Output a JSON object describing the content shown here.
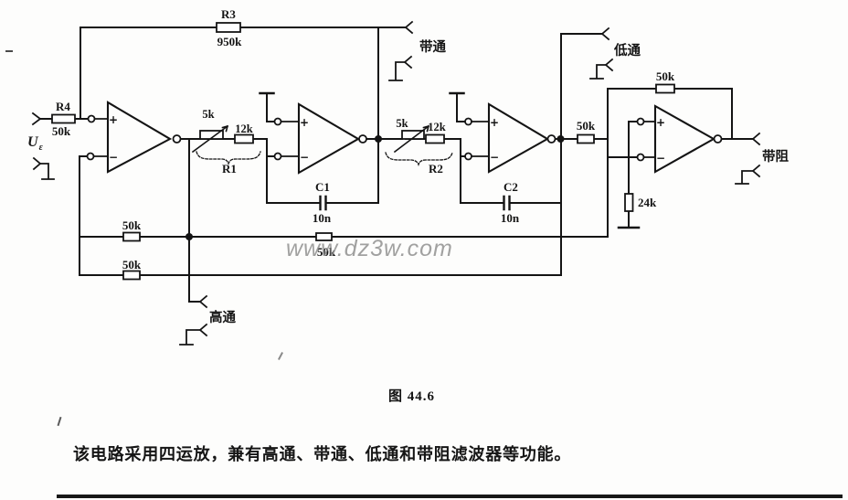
{
  "figure": {
    "caption": "图 44.6",
    "description": "该电路采用四运放，兼有高通、带通、低通和带阻滤波器等功能。",
    "watermark": "www.dz3w.com"
  },
  "input": {
    "symbol": "U",
    "symbol_sub": "ε",
    "r4_name": "R4",
    "r4_value": "50k"
  },
  "ports": {
    "bandpass": "带通",
    "lowpass": "低通",
    "highpass": "高通",
    "bandreject": "带阻"
  },
  "resistors": {
    "r3_name": "R3",
    "r3_value": "950k",
    "r1_pot": "5k",
    "r1_fixed": "12k",
    "r1_name": "R1",
    "r2_pot": "5k",
    "r2_fixed": "12k",
    "r2_name": "R2",
    "fb_hp_left": "50k",
    "fb_lp": "50k",
    "fb_hp_right": "50k",
    "lp_to_op4": "50k",
    "op4_feedback": "50k",
    "op4_bias": "24k"
  },
  "capacitors": {
    "c1_name": "C1",
    "c1_value": "10n",
    "c2_name": "C2",
    "c2_value": "10n"
  },
  "opamps": {
    "plus": "+",
    "minus": "−"
  }
}
